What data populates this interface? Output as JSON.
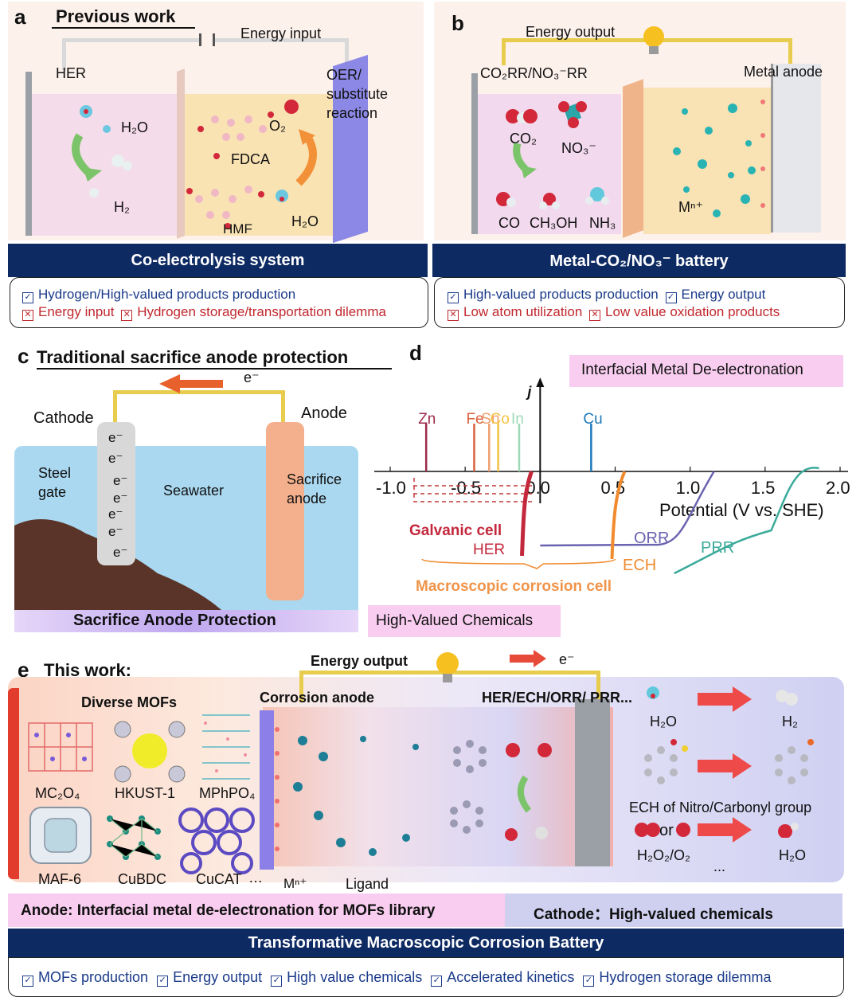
{
  "panel_a": {
    "letter": "a",
    "title": "Previous work",
    "energy_input": "Energy input",
    "her": "HER",
    "oer_line1": "OER/",
    "oer_line2": "substitute",
    "oer_line3": "reaction",
    "h2o_left": "H₂O",
    "h2": "H₂",
    "o2": "O₂",
    "fdca": "FDCA",
    "hmf": "HMF",
    "h2o_right": "H₂O",
    "system_title": "Co-electrolysis system",
    "pros": [
      "Hydrogen/High-valued products production"
    ],
    "cons": [
      "Energy input",
      "Hydrogen storage/transportation dilemma"
    ]
  },
  "panel_b": {
    "letter": "b",
    "energy_output": "Energy output",
    "co2rr": "CO₂RR/NO₃⁻RR",
    "metal_anode": "Metal anode",
    "co2": "CO₂",
    "no3": "NO₃⁻",
    "co": "CO",
    "ch3oh": "CH₃OH",
    "nh3": "NH₃",
    "mn": "Mⁿ⁺",
    "system_title": "Metal-CO₂/NO₃⁻ battery",
    "pros": [
      "High-valued products production",
      "Energy output"
    ],
    "cons": [
      "Low atom utilization",
      "Low value oxidation products"
    ]
  },
  "panel_c": {
    "letter": "c",
    "title": "Traditional sacrifice anode protection",
    "electron": "e⁻",
    "cathode": "Cathode",
    "anode": "Anode",
    "steel_line1": "Steel",
    "steel_line2": "gate",
    "seawater": "Seawater",
    "sacrifice_line1": "Sacrifice",
    "sacrifice_line2": "anode",
    "electron_labels": [
      "e⁻",
      "e⁻",
      "e⁻",
      "e⁻",
      "e⁻",
      "e⁻",
      "e⁻"
    ],
    "banner": "Sacrifice Anode Protection"
  },
  "panel_d": {
    "letter": "d",
    "banner": "Interfacial Metal De-electronation",
    "y_axis": "j",
    "x_axis": "Potential (V vs. SHE)",
    "galvanic": "Galvanic cell",
    "her": "HER",
    "orr": "ORR",
    "prr": "PRR",
    "ech": "ECH",
    "macro_cell": "Macroscopic corrosion cell",
    "bottom_banner": "High-Valued Chemicals",
    "colors": {
      "Zn": "#9c2a4a",
      "Fe": "#d9603b",
      "Sn": "#f0a070",
      "Co": "#f5c242",
      "In": "#9fd8b8",
      "Cu": "#1d79b9",
      "HER": "#c4283c",
      "ORR": "#6a63b0",
      "PRR": "#3aaa9a",
      "ECH": "#f08b2f"
    }
  },
  "chart_data": {
    "type": "line",
    "xlabel": "Potential (V vs. SHE)",
    "ylabel": "j",
    "xlim": [
      -1.0,
      2.0
    ],
    "xticks": [
      "-1.0",
      "-0.5",
      "0.0",
      "0.5",
      "1.0",
      "1.5",
      "2.0"
    ],
    "metal_markers": [
      {
        "name": "Zn",
        "x": -0.76
      },
      {
        "name": "Fe",
        "x": -0.44
      },
      {
        "name": "Sn",
        "x": -0.34
      },
      {
        "name": "Co",
        "x": -0.28
      },
      {
        "name": "In",
        "x": -0.14
      },
      {
        "name": "Cu",
        "x": 0.34
      }
    ],
    "curves": [
      {
        "name": "HER",
        "onset": -0.1
      },
      {
        "name": "ORR",
        "onset": 1.0
      },
      {
        "name": "ECH",
        "onset": 0.5
      },
      {
        "name": "PRR",
        "onset": 1.7
      }
    ]
  },
  "panel_e": {
    "letter": "e",
    "title": "This work:",
    "energy_output": "Energy output",
    "electron": "e⁻",
    "diverse_mofs": "Diverse MOFs",
    "corrosion_anode": "Corrosion anode",
    "cathode_reactions": "HER/ECH/ORR/ PRR...",
    "mof_names": [
      "MC₂O₄",
      "HKUST-1",
      "MPhPO₄",
      "MAF-6",
      "CuBDC",
      "CuCAT"
    ],
    "ellipsis": "…",
    "mn": "Mⁿ⁺",
    "ligand": "Ligand",
    "h2o": "H₂O",
    "h2": "H₂",
    "ech_label": "ECH of Nitro/Carbonyl group",
    "or": "or",
    "h2o2_o2": "H₂O₂/O₂",
    "h2o_product": "H₂O",
    "more": "...",
    "anode_banner": "Anode: Interfacial metal de-electronation for MOFs library",
    "cathode_banner": "Cathode：High-valued chemicals",
    "battery_title": "Transformative Macroscopic Corrosion Battery",
    "benefits": [
      "MOFs production",
      "Energy output",
      "High value chemicals",
      "Accelerated kinetics",
      "Hydrogen storage dilemma"
    ]
  }
}
